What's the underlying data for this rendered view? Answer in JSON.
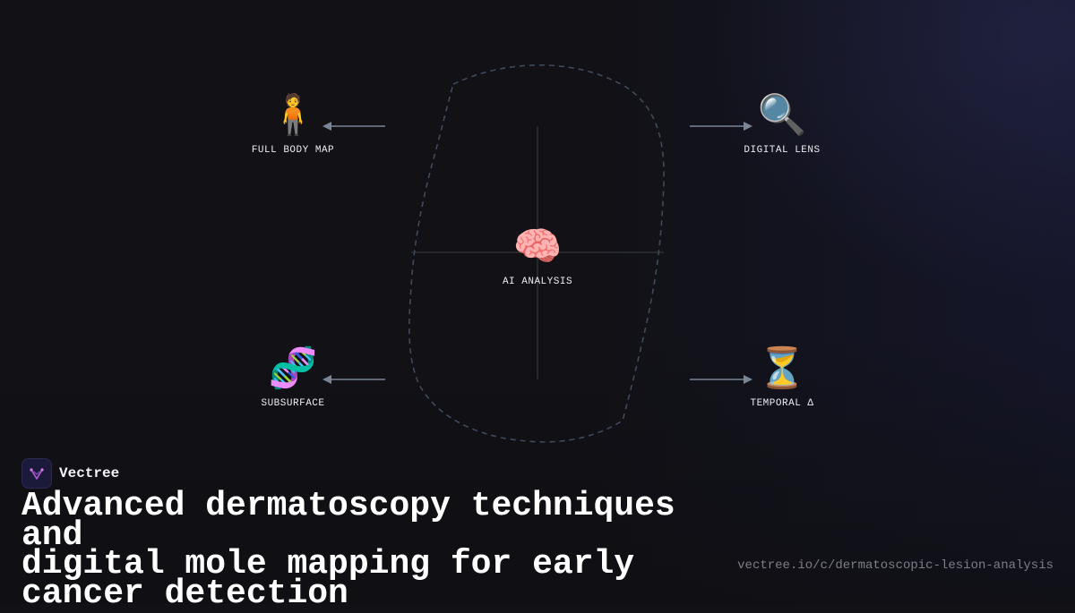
{
  "diagram": {
    "center": {
      "icon": "brain-icon",
      "glyph": "🧠",
      "label": "AI ANALYSIS"
    },
    "nodes": {
      "top_left": {
        "icon": "person-icon",
        "glyph": "🧍",
        "label": "FULL BODY MAP"
      },
      "top_right": {
        "icon": "magnifier-icon",
        "glyph": "🔍",
        "label": "DIGITAL LENS"
      },
      "bottom_left": {
        "icon": "dna-icon",
        "glyph": "🧬",
        "label": "SUBSURFACE"
      },
      "bottom_right": {
        "icon": "hourglass-icon",
        "glyph": "⏳",
        "label": "TEMPORAL Δ"
      }
    }
  },
  "brand": {
    "name": "Vectree",
    "icon": "vectree-logo-icon"
  },
  "title": "Advanced dermatoscopy techniques and\ndigital mole mapping for early\ncancer detection",
  "url": "vectree.io/c/dermatoscopic-lesion-analysis",
  "colors": {
    "background": "#111116",
    "outline": "#3f4a5c",
    "arrow": "#7a8596",
    "logo_accent": "#b65bd6"
  }
}
